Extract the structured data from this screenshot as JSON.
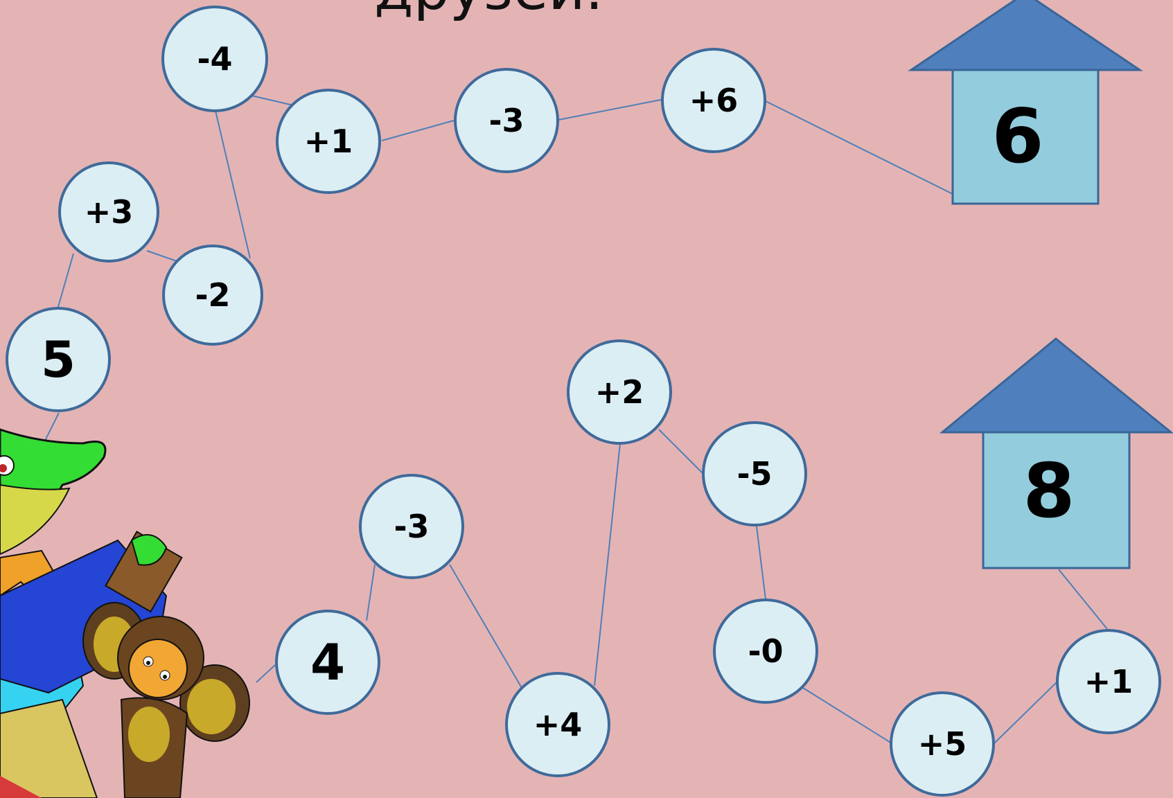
{
  "title": "друзей.",
  "colors": {
    "background": "#e4b4b5",
    "circle_fill": "#dbeef4",
    "circle_border": "#3f6a9a",
    "line": "#4f7fb8",
    "roof": "#4f80bd",
    "house_body": "#93cddd"
  },
  "route_top": {
    "start": "5",
    "steps": [
      "+3",
      "-2",
      "-4",
      "+1",
      "-3",
      "+6"
    ],
    "house": "6"
  },
  "route_bottom": {
    "start": "4",
    "steps": [
      "-3",
      "+4",
      "+2",
      "-5",
      "-0",
      "+5",
      "+1"
    ],
    "house": "8"
  },
  "characters": [
    "crocodile-gena",
    "cheburashka"
  ]
}
